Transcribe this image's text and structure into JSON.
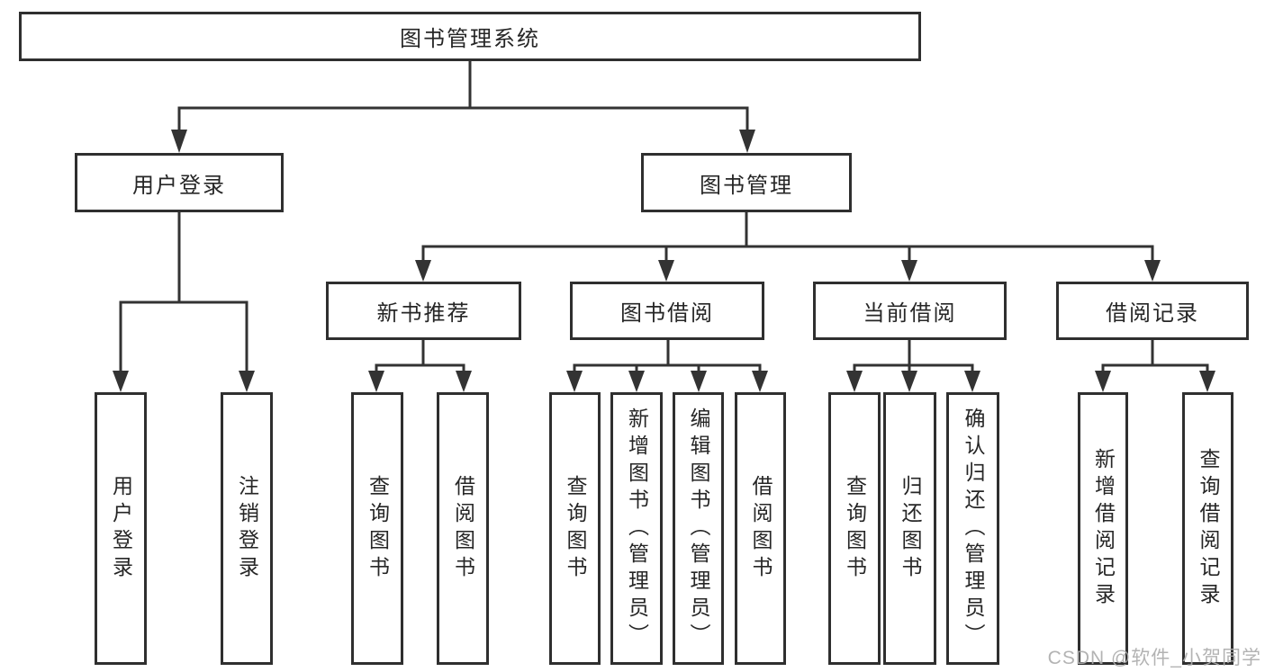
{
  "colors": {
    "line": "#333333",
    "box_border": "#2f2f2f",
    "text": "#262626",
    "watermark": "#acacac",
    "background": "#ffffff"
  },
  "watermark": {
    "text": "CSDN @软件_小贺同学"
  },
  "tree": {
    "label": "图书管理系统",
    "children": [
      {
        "label": "用户登录",
        "children": [
          {
            "label": "用户登录"
          },
          {
            "label": "注销登录"
          }
        ]
      },
      {
        "label": "图书管理",
        "children": [
          {
            "label": "新书推荐",
            "children": [
              {
                "label": "查询图书"
              },
              {
                "label": "借阅图书"
              }
            ]
          },
          {
            "label": "图书借阅",
            "children": [
              {
                "label": "查询图书"
              },
              {
                "label": "新增图书（管理员）"
              },
              {
                "label": "编辑图书（管理员）"
              },
              {
                "label": "借阅图书"
              }
            ]
          },
          {
            "label": "当前借阅",
            "children": [
              {
                "label": "查询图书"
              },
              {
                "label": "归还图书"
              },
              {
                "label": "确认归还（管理员）"
              }
            ]
          },
          {
            "label": "借阅记录",
            "children": [
              {
                "label": "新增借阅记录"
              },
              {
                "label": "查询借阅记录"
              }
            ]
          }
        ]
      }
    ]
  }
}
